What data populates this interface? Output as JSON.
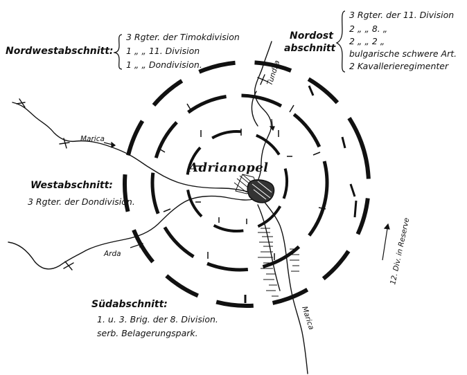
{
  "city": "Adrianopel",
  "rivers": {
    "marica_west": "Marica",
    "arda": "Arda",
    "tundza": "Tundža",
    "marica_south": "Marica"
  },
  "sectors": {
    "nordwest": {
      "title": "Nordwestabschnitt:",
      "lines": [
        "3 Rgter. der Timokdivision",
        "1    „      „   11. Division",
        "1    „      „   Dondivision."
      ]
    },
    "nordost": {
      "title_line1": "Nordost",
      "title_line2": "abschnitt",
      "lines": [
        "3 Rgter. der 11. Division",
        "2    „     „   8.     „",
        "2    „     „   2      „",
        "bulgarische schwere Art.",
        "2 Kavallerieregimenter"
      ]
    },
    "west": {
      "title": "Westabschnitt:",
      "lines": [
        "3 Rgter. der Dondivision."
      ]
    },
    "sued": {
      "title": "Südabschnitt:",
      "lines": [
        "1. u. 3. Brig. der 8. Division.",
        "serb. Belagerungspark."
      ]
    }
  },
  "reserve": "12. Div. in Reserve",
  "colors": {
    "ink": "#111111",
    "paper": "#ffffff"
  }
}
